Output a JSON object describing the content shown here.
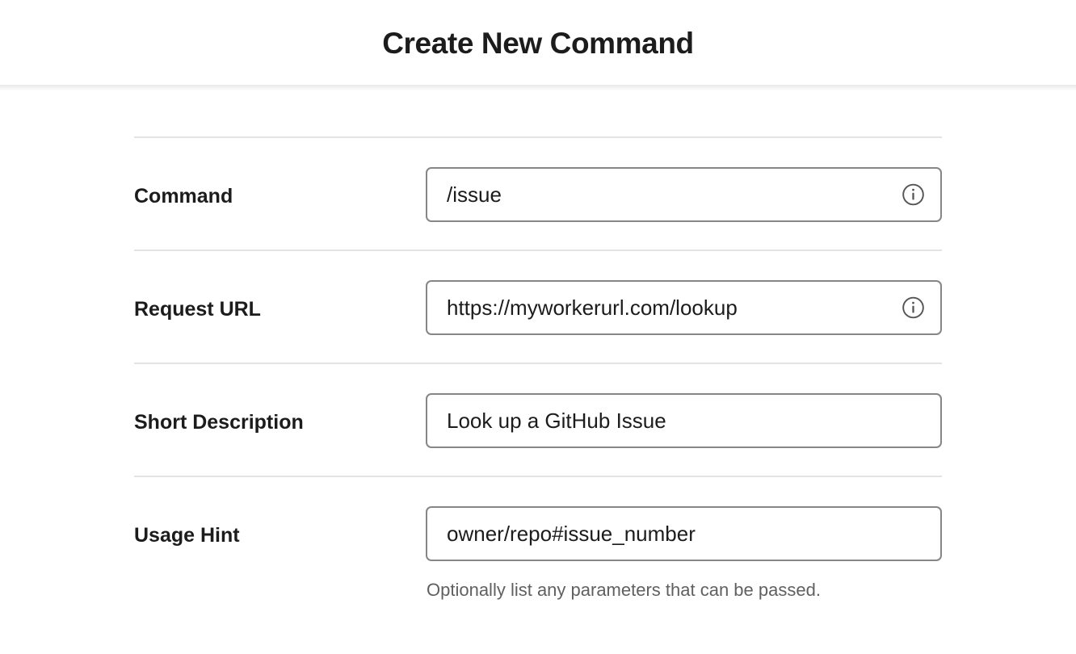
{
  "header": {
    "title": "Create New Command"
  },
  "form": {
    "rows": [
      {
        "label": "Command",
        "value": "/issue",
        "placeholder": "",
        "info_icon": "info-circle-icon",
        "hint": ""
      },
      {
        "label": "Request URL",
        "value": "https://myworkerurl.com/lookup",
        "placeholder": "",
        "info_icon": "info-circle-icon",
        "hint": ""
      },
      {
        "label": "Short Description",
        "value": "Look up a GitHub Issue",
        "placeholder": "",
        "info_icon": "",
        "hint": ""
      },
      {
        "label": "Usage Hint",
        "value": "owner/repo#issue_number",
        "placeholder": "",
        "info_icon": "",
        "hint": "Optionally list any parameters that can be passed."
      }
    ]
  },
  "colors": {
    "text": "#1d1c1d",
    "hint_text": "#616061",
    "input_border": "#868686",
    "divider": "#e3e3e3",
    "background": "#ffffff"
  }
}
